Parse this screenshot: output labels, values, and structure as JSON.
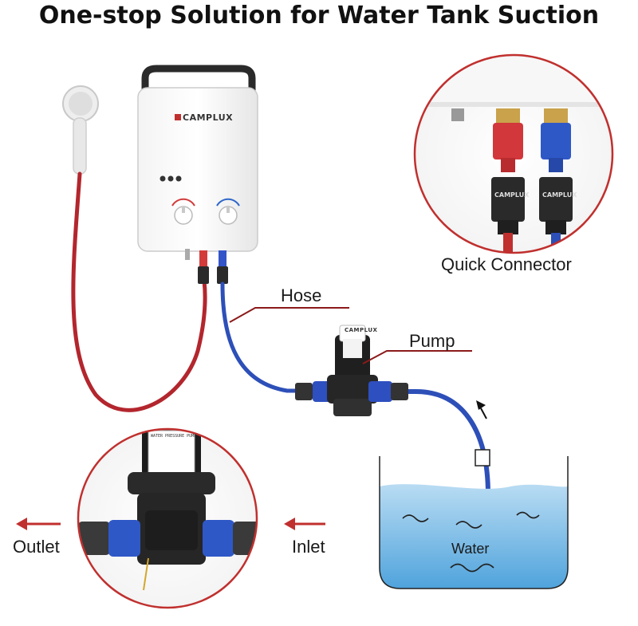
{
  "title": "One-stop Solution for Water Tank Suction",
  "brand": "CAMPLUX",
  "labels": {
    "quick_connector": "Quick Connector",
    "hose": "Hose",
    "pump": "Pump",
    "outlet": "Outlet",
    "inlet": "Inlet",
    "water": "Water"
  },
  "pump_plate": {
    "heading": "WATER PRESSURE PUMP"
  },
  "colors": {
    "hot_hose": "#b3262d",
    "cold_hose": "#2d4fb8",
    "water": "#8ec6ea",
    "accent_red": "#c0302e",
    "circle_border": "#c0302e",
    "leader_line": "#8b1a1a"
  }
}
